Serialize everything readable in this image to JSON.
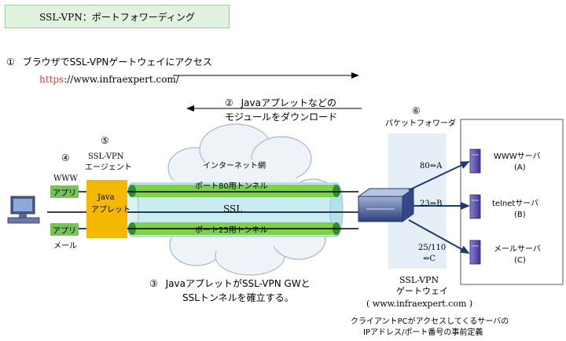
{
  "title": "SSL-VPN：ポートフォワーディング",
  "step1": {
    "num": "①",
    "text": "ブラウザでSSL-VPNゲートウェイにアクセス",
    "url_scheme": "https",
    "url_rest": "://www.infraexpert.com/"
  },
  "step2": {
    "num": "②",
    "line1": "Javaアプレットなどの",
    "line2": "モジュールをダウンロード"
  },
  "step3": {
    "num": "③",
    "line1": "JavaアプレットがSSL-VPN GWと",
    "line2": "SSLトンネルを確立する。"
  },
  "step4": {
    "num": "④"
  },
  "step5": {
    "num": "⑤",
    "line1": "SSL-VPN",
    "line2": "エージェント"
  },
  "step6": {
    "num": "⑥",
    "label": "パケットフォワーダ"
  },
  "client": {
    "www_label": "WWW",
    "app1": "アプリ",
    "app2": "アプリ",
    "mail_label": "メール"
  },
  "agent": {
    "line1": "Java",
    "line2": "アプレット"
  },
  "tunnel": {
    "cloud_label": "インターネット網",
    "port80": "ポート80用トンネル",
    "ssl": "SSL",
    "port25": "ポート25用トンネル"
  },
  "mappings": {
    "m1": "80⇔A",
    "m2": "23⇔B",
    "m3_line1": "25/110",
    "m3_line2": "⇔C"
  },
  "gateway": {
    "line1": "SSL-VPN",
    "line2": "ゲートウェイ",
    "line3": "( www.infraexpert.com )"
  },
  "footnote": {
    "line1": "クライアントPCがアクセスしてくるサーバの",
    "line2": "IPアドレス/ポート番号の事前定義"
  },
  "servers": [
    {
      "name": "WWWサーバ",
      "tag": "(A)"
    },
    {
      "name": "telnetサーバ",
      "tag": "(B)"
    },
    {
      "name": "メールサーバ",
      "tag": "(C)"
    }
  ],
  "colors": {
    "tunnel_green": "#7fd04b",
    "tunnel_cyan": "#c9ecf3",
    "agent_yellow": "#f5b800",
    "mapping_panel": "#e6eef7",
    "cloud_fill": "#eef3f8"
  }
}
